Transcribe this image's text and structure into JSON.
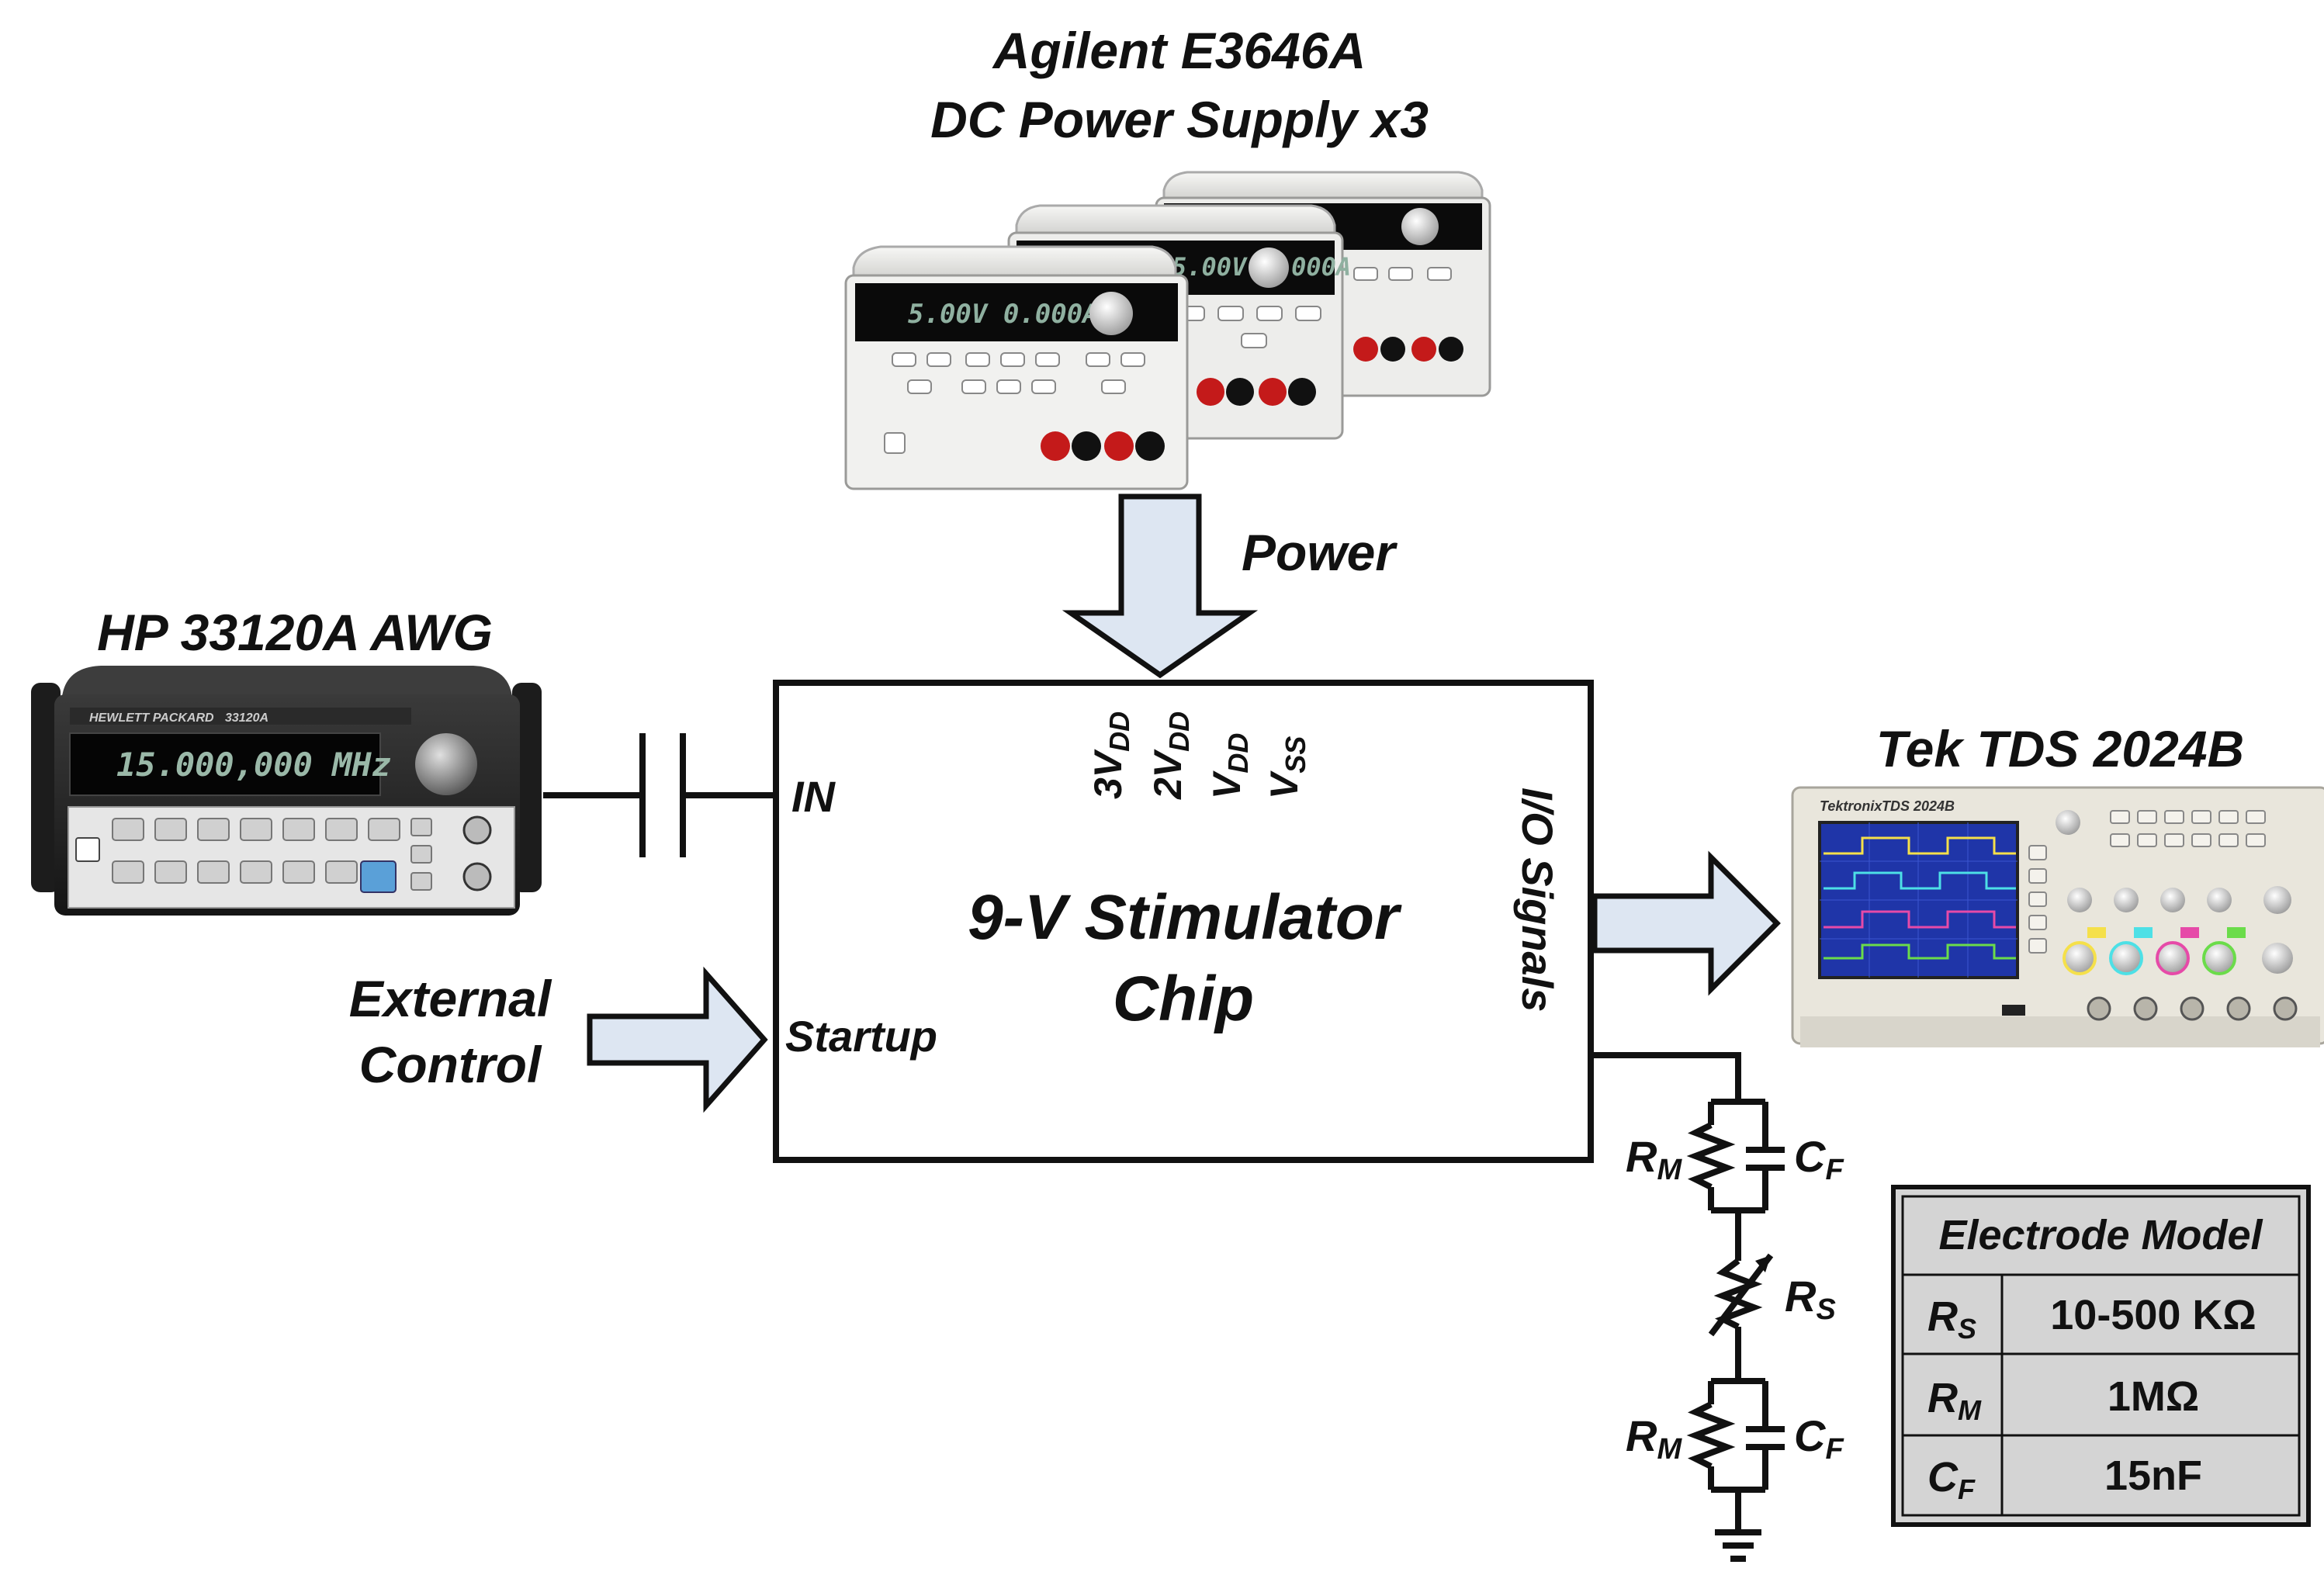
{
  "labels": {
    "psu_title_1": "Agilent E3646A",
    "psu_title_2": "DC Power Supply x3",
    "power": "Power",
    "awg_title": "HP 33120A AWG",
    "in_pin": "IN",
    "chip_line1": "9-V Stimulator",
    "chip_line2": "Chip",
    "startup_pin": "Startup",
    "ext_ctrl_1": "External",
    "ext_ctrl_2": "Control",
    "io_signals": "I/O Signals",
    "scope_title": "Tek TDS 2024B",
    "supply_pins": [
      {
        "main": "3V",
        "sub": "DD"
      },
      {
        "main": "2V",
        "sub": "DD"
      },
      {
        "main": "V",
        "sub": "DD"
      },
      {
        "main": "V",
        "sub": "SS"
      }
    ],
    "rm_1": {
      "main": "R",
      "sub": "M"
    },
    "cf_1": {
      "main": "C",
      "sub": "F"
    },
    "rs": {
      "main": "R",
      "sub": "S"
    },
    "rm_2": {
      "main": "R",
      "sub": "M"
    },
    "cf_2": {
      "main": "C",
      "sub": "F"
    }
  },
  "instruments": {
    "psu_display": "5.00V  0.000A",
    "awg_display": "15.000,000 MHz",
    "awg_brand": "HEWLETT PACKARD",
    "awg_model": "33120A",
    "scope_brand": "Tektronix",
    "scope_model": "TDS 2024B"
  },
  "electrode_table": {
    "title": "Electrode Model",
    "rows": [
      {
        "sym": "R",
        "sub": "S",
        "value": "10-500 KΩ"
      },
      {
        "sym": "R",
        "sub": "M",
        "value": "1MΩ"
      },
      {
        "sym": "C",
        "sub": "F",
        "value": "15nF"
      }
    ]
  },
  "colors": {
    "arrow_fill": "#dde6f2",
    "line": "#111111",
    "psu_body": "#e8e8e6",
    "psu_front": "#f4f4f2",
    "lcd": "#0a0a0a",
    "lcd_text": "#9ab8a8",
    "scope_body": "#e9e6dc",
    "scope_screen": "#1f35a8",
    "table_bg": "#d4d4d4"
  }
}
